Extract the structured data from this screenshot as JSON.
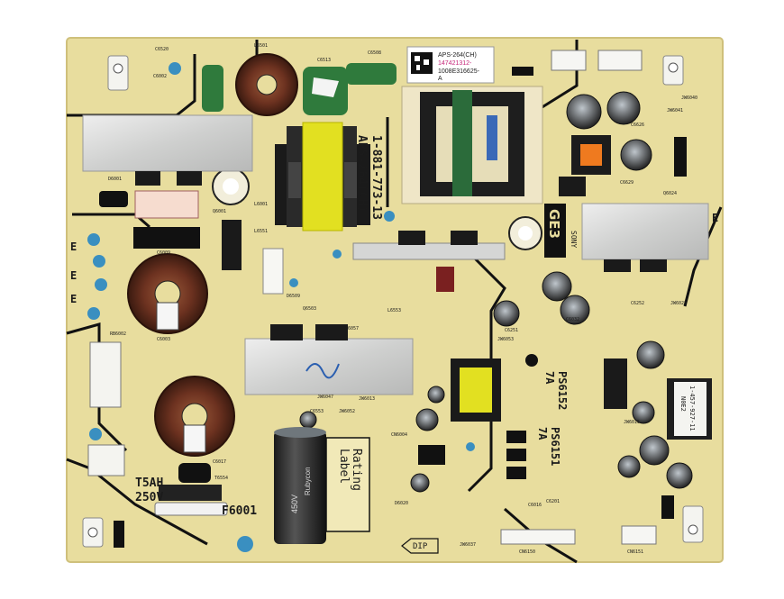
{
  "board": {
    "sticker_model": "APS-264(CH)",
    "sticker_serial": "147421312-",
    "sticker_part": "1008E316625-",
    "sticker_rev": "A",
    "part_number_print": "1-881-773-13",
    "model_print": "APS-264(CH)",
    "ge_mark": "GE3",
    "brand_print": "SONY",
    "fuse_rating_1": "T5AH",
    "fuse_rating_2": "250V",
    "fuse_ref": "F6001",
    "rating_label_1": "Rating",
    "rating_label_2": "Label",
    "ps_a_ref": "PS6152",
    "ps_a_rating": "7A",
    "ps_b_ref": "PS6151",
    "ps_b_rating": "7A",
    "dip_mark": "DIP",
    "transformer_label_1": "1-457-927-11",
    "transformer_label_2": "N0E2",
    "cap_label_1": "Rubycon",
    "cap_label_2": "450V",
    "connector_ref_a": "CN6150",
    "connector_ref_b": "CN6151",
    "edge_mark": "E",
    "ref_codes": [
      "C6520",
      "L6501",
      "C6513",
      "C6508",
      "C6002",
      "D6001",
      "L6001",
      "Q6001",
      "C6009",
      "C6003",
      "L6551",
      "D6509",
      "Q6503",
      "JW6041",
      "C6629",
      "C6626",
      "Q6024",
      "JW6040",
      "L6553",
      "C6032",
      "JW6053",
      "C6251",
      "C6252",
      "JW6028",
      "JW6047",
      "C6553",
      "JW6052",
      "JW6013",
      "JW6057",
      "T6554",
      "C6017",
      "RB6002",
      "CN6004",
      "C6201",
      "JW6037",
      "D6020",
      "C6016",
      "JW6015"
    ]
  },
  "colors": {
    "pcb": "#e8dd9e",
    "pcb_edge": "#d6c883",
    "trace": "#111111",
    "heatsink": "#d9dad9",
    "film_cap_blue": "#3a8fc0",
    "coil_copper": "#7a3d24",
    "transformer_yellow": "#e2e021",
    "green_cap": "#2f7a3c"
  }
}
